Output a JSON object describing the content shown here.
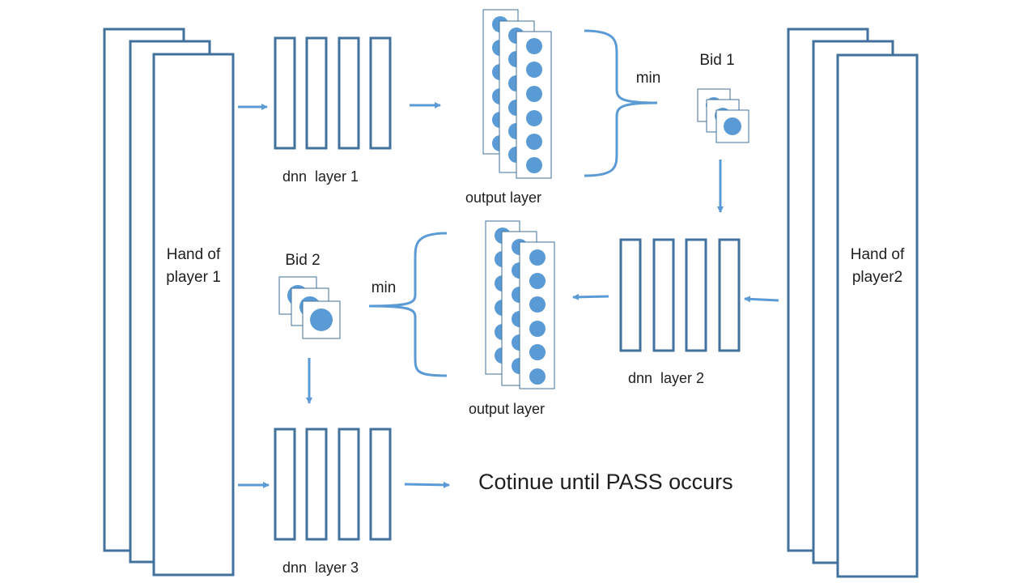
{
  "colors": {
    "box_stroke": "#41719c",
    "node_fill": "#5b9bd5",
    "arrow": "#5b9bd5",
    "text": "#1f1f1f",
    "background": "#ffffff"
  },
  "player1": {
    "line1": "Hand of",
    "line2": "player 1"
  },
  "player2": {
    "line1": "Hand of",
    "line2": "player2"
  },
  "dnn1": {
    "label": "dnn  layer 1"
  },
  "dnn2": {
    "label": "dnn  layer 2"
  },
  "dnn3": {
    "label": "dnn  layer 3"
  },
  "output1": {
    "label": "output layer"
  },
  "output2": {
    "label": "output layer"
  },
  "bid1": {
    "label": "Bid 1"
  },
  "bid2": {
    "label": "Bid 2"
  },
  "min1": {
    "label": "min"
  },
  "min2": {
    "label": "min"
  },
  "final": {
    "text": "Cotinue until PASS occurs"
  }
}
